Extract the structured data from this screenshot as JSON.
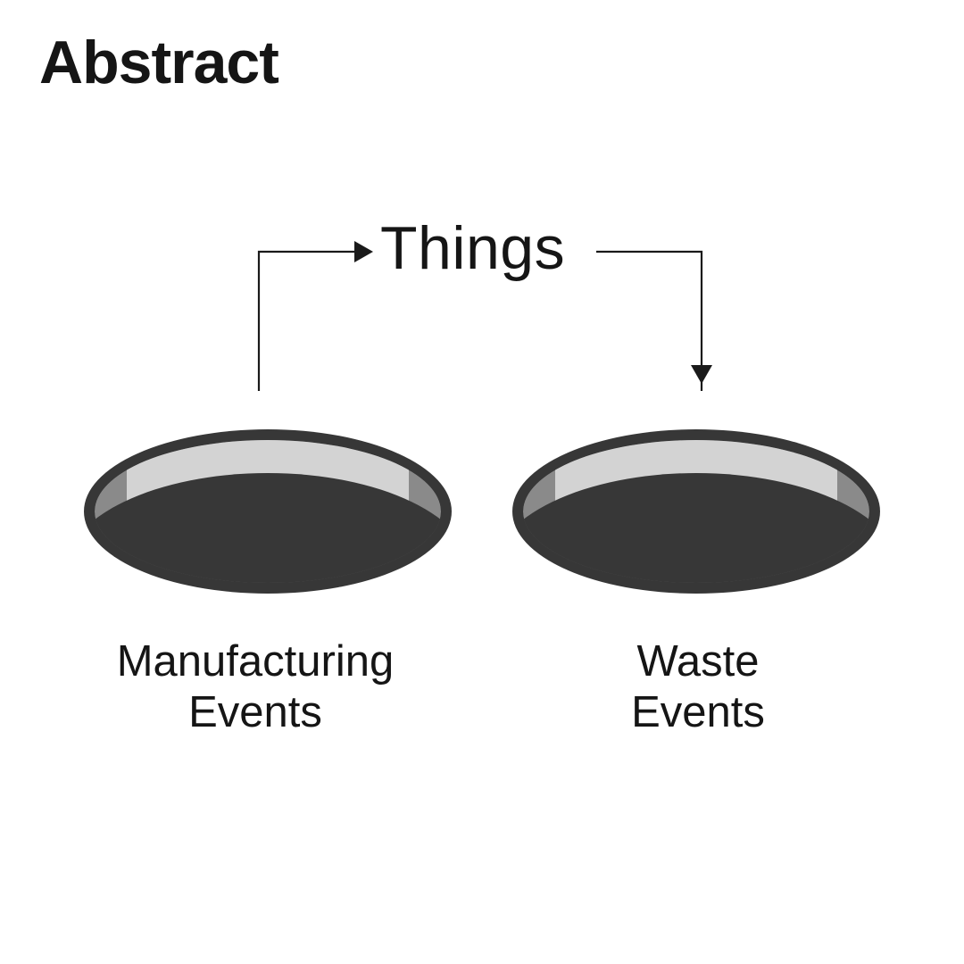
{
  "title": "Abstract",
  "center": {
    "label": "Things"
  },
  "holes": [
    {
      "id": "manufacturing",
      "label_line1": "Manufacturing",
      "label_line2": "Events",
      "arrow": "out-of-hole"
    },
    {
      "id": "waste",
      "label_line1": "Waste",
      "label_line2": "Events",
      "arrow": "into-hole"
    }
  ],
  "colors": {
    "background": "#ffffff",
    "text": "#151515",
    "hole_dark": "#373737",
    "hole_rim": "#d3d3d3",
    "hole_shade": "#8a8a8a"
  }
}
